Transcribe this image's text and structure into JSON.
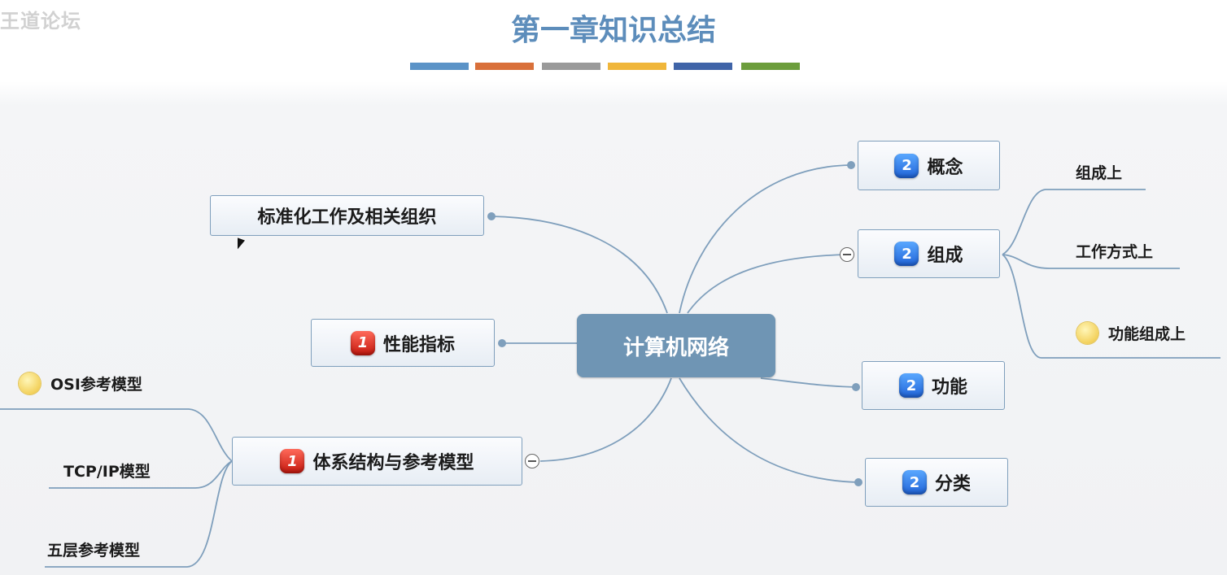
{
  "watermark": "王道论坛",
  "title": "第一章知识总结",
  "colors": {
    "bars": [
      "#5b93c7",
      "#d9703a",
      "#9a9a9a",
      "#f0b63a",
      "#3f64a8",
      "#6c9d3c"
    ],
    "line": "#7f9fbc",
    "central": "#6f95b4"
  },
  "mindmap": {
    "center": "计算机网络",
    "right": {
      "concept": {
        "label": "概念",
        "priority": "2"
      },
      "composition": {
        "label": "组成",
        "priority": "2",
        "children": [
          "组成上",
          "工作方式上",
          "功能组成上"
        ]
      },
      "function": {
        "label": "功能",
        "priority": "2"
      },
      "classification": {
        "label": "分类",
        "priority": "2"
      }
    },
    "left": {
      "standardization": {
        "label": "标准化工作及相关组织"
      },
      "performance": {
        "label": "性能指标",
        "priority": "1"
      },
      "architecture": {
        "label": "体系结构与参考模型",
        "priority": "1",
        "children": [
          "OSI参考模型",
          "TCP/IP模型",
          "五层参考模型"
        ]
      }
    }
  }
}
